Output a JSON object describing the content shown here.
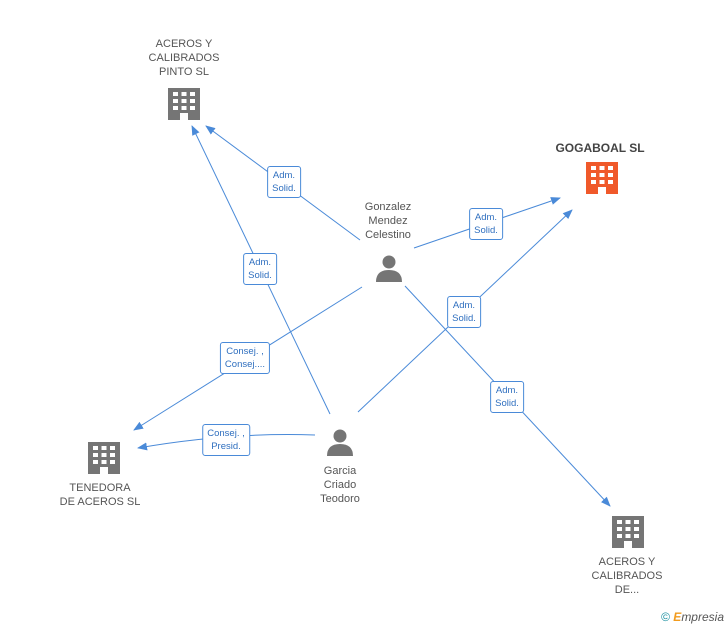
{
  "nodes": {
    "aceros_pinto": {
      "lines": [
        "ACEROS Y",
        "CALIBRADOS",
        "PINTO SL"
      ],
      "kind": "company"
    },
    "gogaboal": {
      "lines": [
        "GOGABOAL SL"
      ],
      "kind": "company-highlight"
    },
    "gonzalez": {
      "lines": [
        "Gonzalez",
        "Mendez",
        "Celestino"
      ],
      "kind": "person"
    },
    "garcia": {
      "lines": [
        "Garcia",
        "Criado",
        "Teodoro"
      ],
      "kind": "person"
    },
    "tenedora": {
      "lines": [
        "TENEDORA",
        "DE ACEROS SL"
      ],
      "kind": "company"
    },
    "aceros_de": {
      "lines": [
        "ACEROS Y",
        "CALIBRADOS",
        "DE..."
      ],
      "kind": "company"
    }
  },
  "edge_labels": [
    {
      "lines": [
        "Adm.",
        "Solid."
      ]
    },
    {
      "lines": [
        "Adm.",
        "Solid."
      ]
    },
    {
      "lines": [
        "Adm.",
        "Solid."
      ]
    },
    {
      "lines": [
        "Adm.",
        "Solid."
      ]
    },
    {
      "lines": [
        "Adm.",
        "Solid."
      ]
    },
    {
      "lines": [
        "Consej. ,",
        "Consej...."
      ]
    },
    {
      "lines": [
        "Consej. ,",
        "Presid."
      ]
    }
  ],
  "colors": {
    "edge": "#4a8ad8",
    "company": "#757575",
    "highlight": "#f0592a",
    "person": "#757575"
  },
  "footer": {
    "copyright": "©",
    "brand_e": "E",
    "brand_rest": "mpresia"
  }
}
